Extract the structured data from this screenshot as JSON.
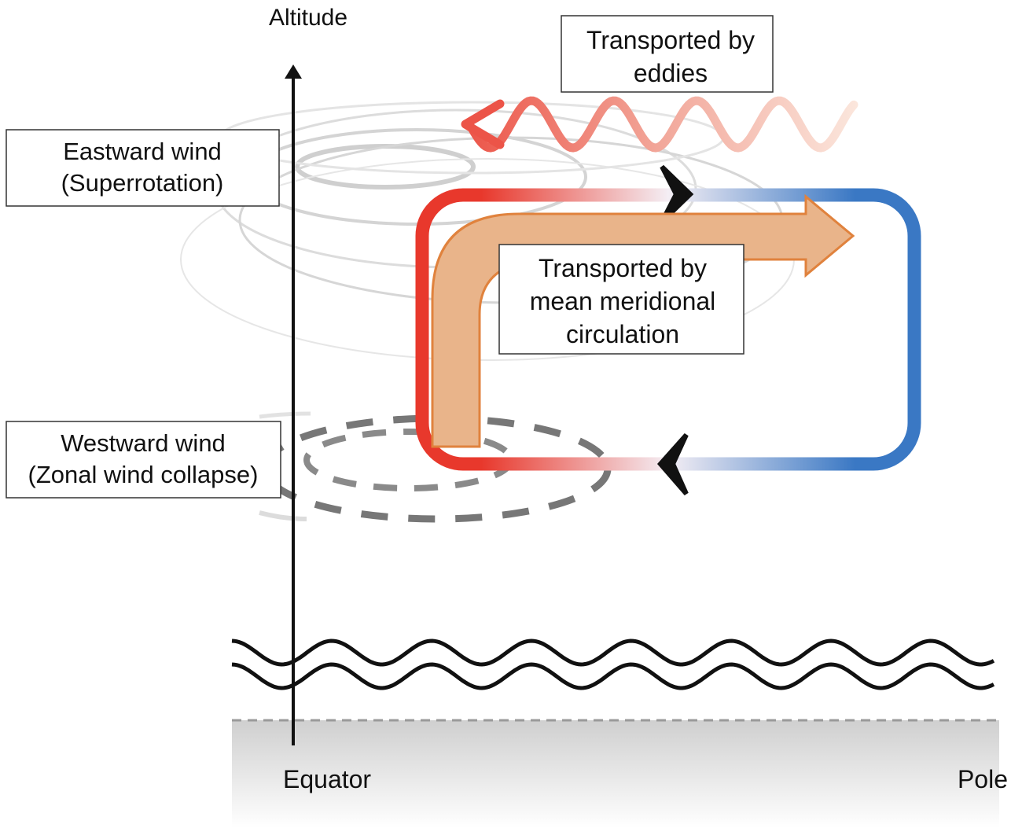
{
  "axis": {
    "altitude": "Altitude",
    "equator": "Equator",
    "pole": "Pole"
  },
  "boxes": {
    "eastward": [
      "Eastward wind",
      "(Superrotation)"
    ],
    "westward": [
      "Westward wind",
      "(Zonal wind collapse)"
    ],
    "eddies": [
      "Transported by",
      "eddies"
    ],
    "meridional": [
      "Transported by",
      "mean meridional",
      "circulation"
    ]
  },
  "colors": {
    "warm": "#e8382c",
    "cool": "#3a78c4",
    "transport": "#e9b48a",
    "transport_edge": "#e0823d",
    "eddy": "#ef6a5c"
  }
}
